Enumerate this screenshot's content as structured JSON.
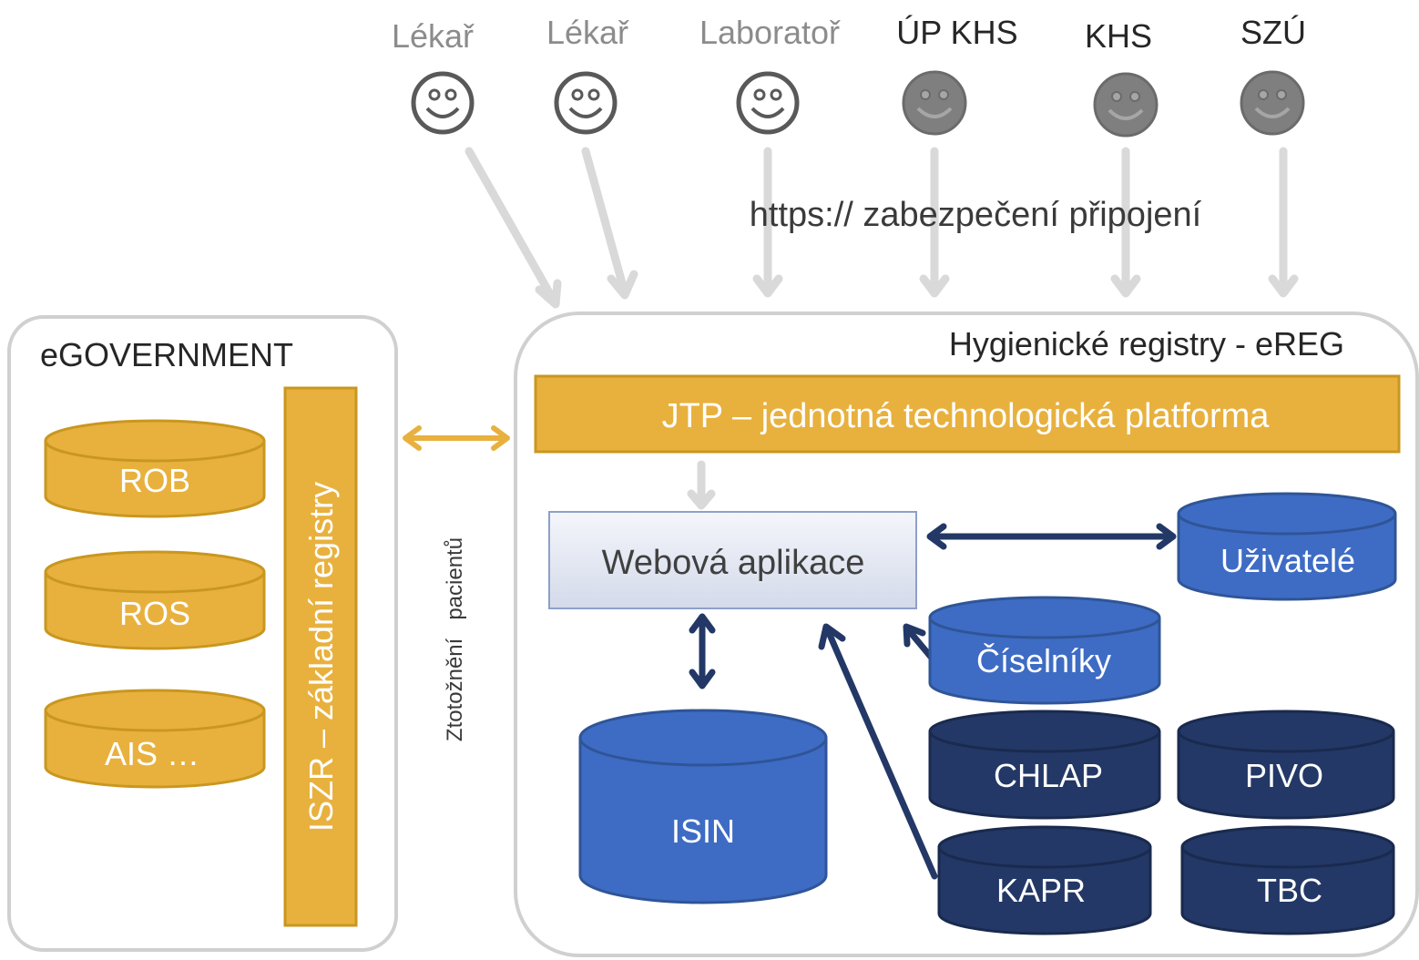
{
  "actors": [
    {
      "id": "lekar1",
      "label": "Lékař",
      "style": "light"
    },
    {
      "id": "lekar2",
      "label": "Lékař",
      "style": "light"
    },
    {
      "id": "laboratory",
      "label": "Laboratoř",
      "style": "light"
    },
    {
      "id": "up-khs",
      "label": "ÚP KHS",
      "style": "dark"
    },
    {
      "id": "khs",
      "label": "KHS",
      "style": "dark"
    },
    {
      "id": "szu",
      "label": "SZÚ",
      "style": "dark"
    }
  ],
  "connection_label": "https:// zabezpečení připojení",
  "egov": {
    "title": "eGOVERNMENT",
    "databases": [
      {
        "label": "ROB"
      },
      {
        "label": "ROS"
      },
      {
        "label": "AIS …"
      }
    ],
    "iszr_label": "ISZR – základní registry"
  },
  "link_label": "Ztotožnění   pacientů",
  "ereg": {
    "title": "Hygienické registry - eREG",
    "jtp_label": "JTP – jednotná technologická platforma",
    "web_app_label": "Webová aplikace",
    "databases": {
      "isin": "ISIN",
      "users": "Uživatelé",
      "codelists": "Číselníky",
      "chlap": "CHLAP",
      "pivo": "PIVO",
      "kapr": "KAPR",
      "tbc": "TBC"
    }
  },
  "colors": {
    "gold": "#E8B13E",
    "gold_dark": "#C9971F",
    "blue": "#3E6CC4",
    "blue_border": "#2F5597",
    "navy": "#233866",
    "navy_border": "#1A2A4E",
    "gray_arrow": "#D9D9D9",
    "frame": "#D0D0D0"
  }
}
